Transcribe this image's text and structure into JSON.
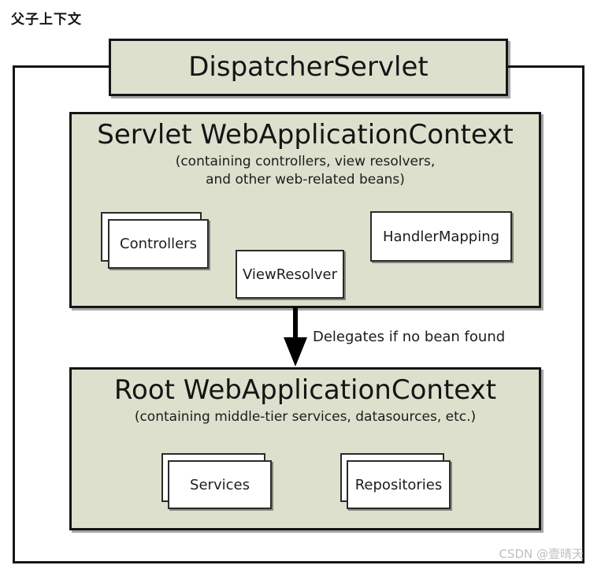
{
  "page": {
    "title": "父子上下文",
    "watermark": "CSDN @壹晴天"
  },
  "colors": {
    "context_fill": "#dce0cd",
    "border": "#151515",
    "bean_fill": "#ffffff",
    "arrow": "#000000",
    "watermark_text": "#bfbfbf",
    "background": "#ffffff"
  },
  "dispatcher_servlet": {
    "label": "DispatcherServlet"
  },
  "servlet_context": {
    "title": "Servlet WebApplicationContext",
    "subtitle_line1": "(containing controllers, view resolvers,",
    "subtitle_line2": "and other web-related beans)",
    "beans": {
      "controllers": "Controllers",
      "view_resolver": "ViewResolver",
      "handler_mapping": "HandlerMapping"
    }
  },
  "delegation": {
    "label": "Delegates if no bean found"
  },
  "root_context": {
    "title": "Root WebApplicationContext",
    "subtitle": "(containing middle-tier services, datasources, etc.)",
    "beans": {
      "services": "Services",
      "repositories": "Repositories"
    }
  }
}
